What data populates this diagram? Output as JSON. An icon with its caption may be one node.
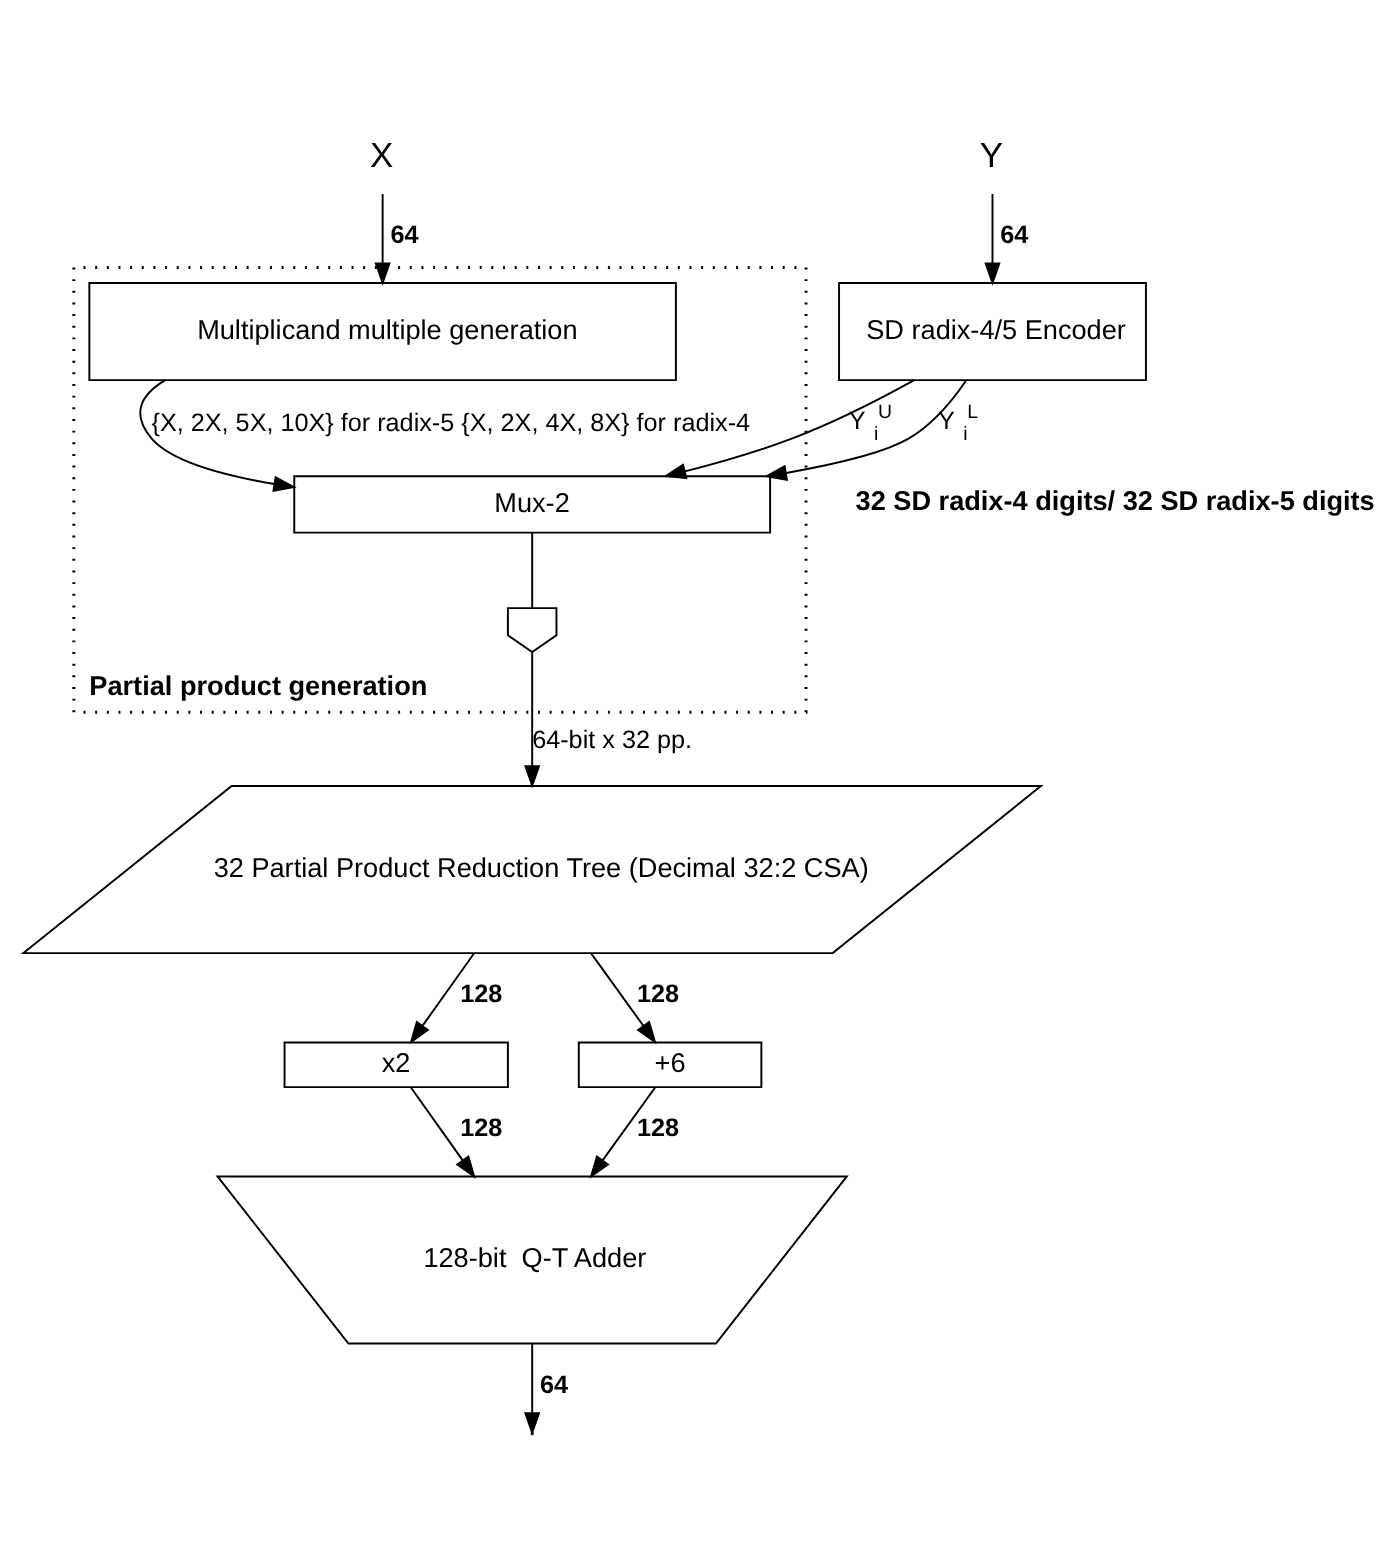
{
  "diagram": {
    "nodes": [
      {
        "text": [
          "X"
        ]
      },
      {
        "text": [
          "Y"
        ]
      },
      {
        "text": [
          "Partial product generation"
        ]
      },
      {
        "text": [
          "Multiplicand multiple generation"
        ],
        "in": 2
      },
      {
        "text": [
          "SD radix-4/5 Encoder"
        ]
      },
      {
        "text": [
          "Mux-2"
        ],
        "in": 2
      },
      {
        "text": [],
        "shape": "gate",
        "in": 2
      },
      {
        "text": [
          "32 Partial Product Reduction Tree (Decimal 32:2 CSA)"
        ]
      },
      {
        "text": [
          "x2"
        ]
      },
      {
        "text": [
          "+6"
        ]
      },
      {
        "text": [
          "128-bit  Q-T Adder"
        ]
      }
    ],
    "edges": [
      {
        "from": 0,
        "to": 3,
        "arrow": "to",
        "label": "64"
      },
      {
        "from": 1,
        "to": 4,
        "arrow": "to",
        "label": "64"
      },
      {
        "from": 3,
        "to": 5,
        "arrow": "to",
        "label": "{X, 2X, 5X, 10X} for radix-5 {X, 2X, 4X, 8X} for radix-4"
      },
      {
        "from": 4,
        "to": 5,
        "arrow": "to",
        "label": "Y$_{i}$$^{U}$"
      },
      {
        "from": 4,
        "to": 5,
        "arrow": "to",
        "label": "Y$_{i}$$^{L}$"
      },
      {
        "from": 5,
        "to": 6,
        "arrow": "none"
      },
      {
        "from": 6,
        "to": 7,
        "arrow": "to",
        "label": "64-bit x 32 pp."
      },
      {
        "from": 7,
        "to": 8,
        "arrow": "to",
        "label": "128"
      },
      {
        "from": 7,
        "to": 9,
        "arrow": "to",
        "label": "128"
      },
      {
        "from": 8,
        "to": 10,
        "arrow": "to",
        "label": "128"
      },
      {
        "from": 9,
        "to": 10,
        "arrow": "to",
        "label": "128"
      },
      {
        "from": 10,
        "to": null,
        "arrow": "to",
        "label": "64"
      }
    ],
    "labels": [
      "32 SD radix-4 digits/ 32 SD radix-5 digits"
    ]
  }
}
